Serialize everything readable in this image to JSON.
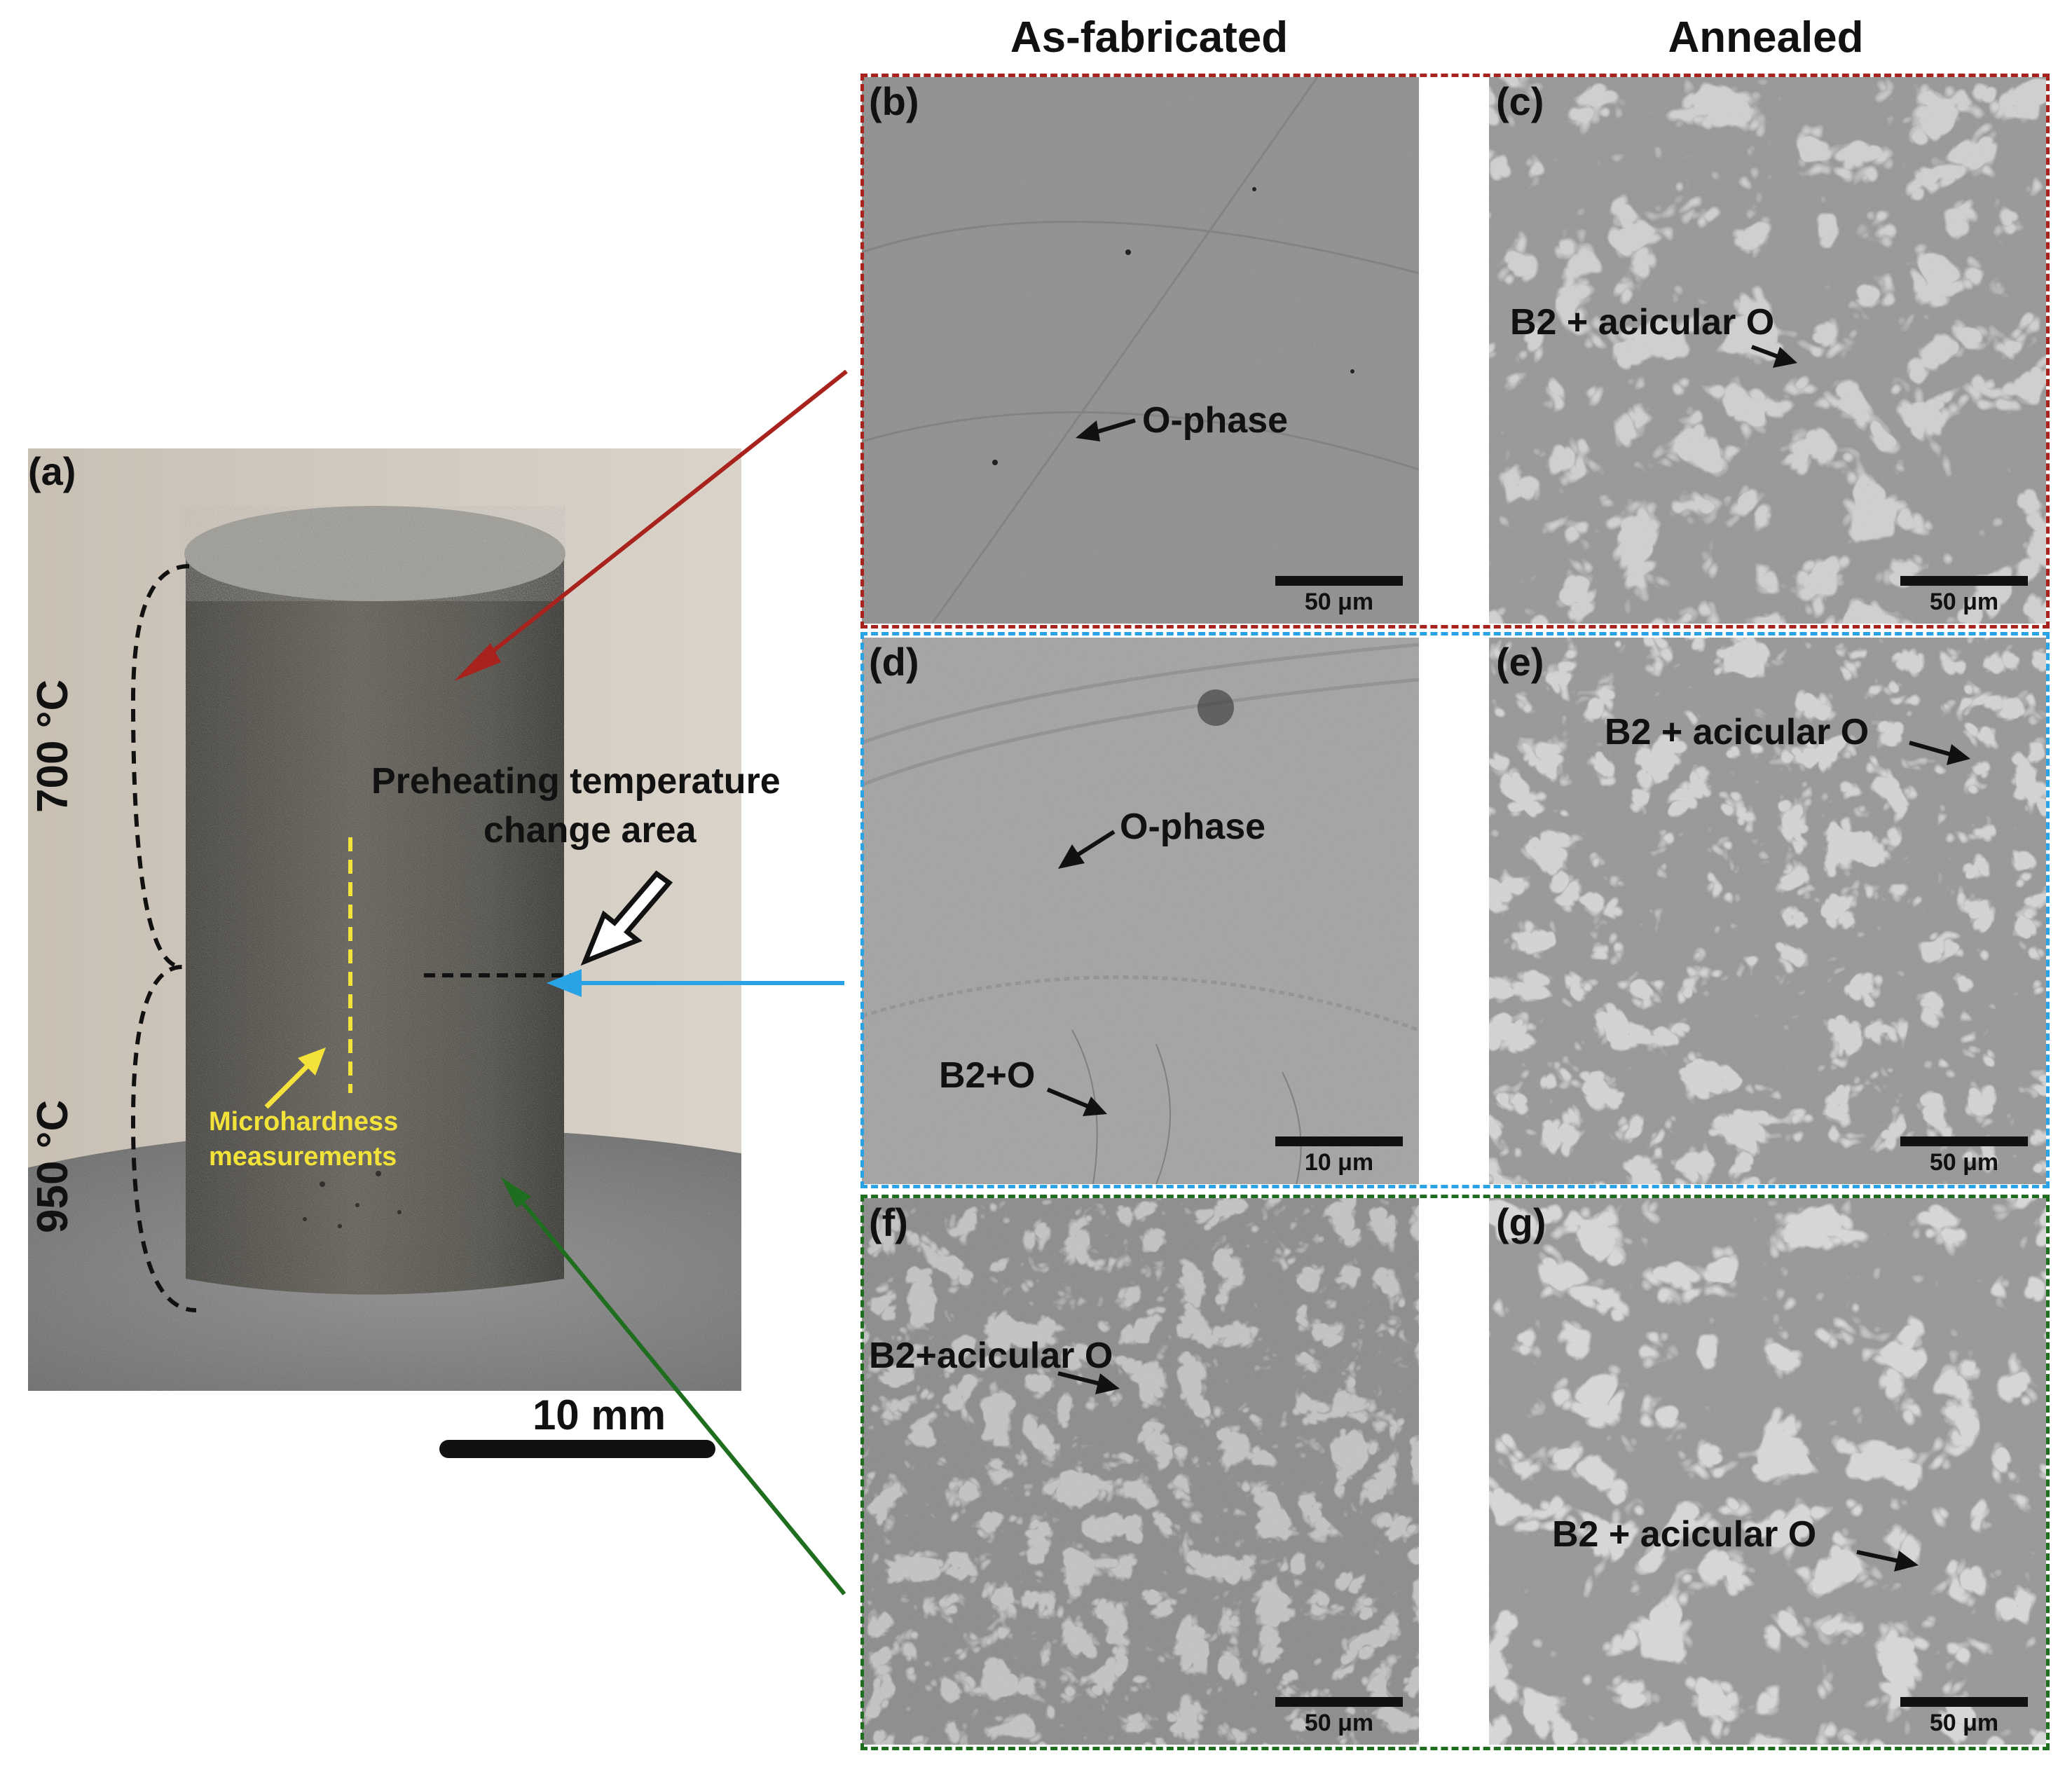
{
  "headers": {
    "left": "As-fabricated",
    "right": "Annealed"
  },
  "colors": {
    "red": "#a8231e",
    "blue": "#2aa3e6",
    "green": "#1f6e1f",
    "yellow": "#f2e23a"
  },
  "panel_a": {
    "label": "(a)",
    "zone_top": "700 °C",
    "zone_bottom": "950 °C",
    "change_area": [
      "Preheating temperature",
      "change area"
    ],
    "microhardness": [
      "Microhardness",
      "measurements"
    ],
    "scalebar": "10 mm"
  },
  "panels": {
    "b": {
      "label": "(b)",
      "annotation": "O-phase",
      "scalebar": "50 μm"
    },
    "c": {
      "label": "(c)",
      "annotation": "B2 + acicular O",
      "scalebar": "50 μm"
    },
    "d": {
      "label": "(d)",
      "annotation1": "O-phase",
      "annotation2": "B2+O",
      "scalebar": "10 μm"
    },
    "e": {
      "label": "(e)",
      "annotation": "B2 + acicular O",
      "scalebar": "50 μm"
    },
    "f": {
      "label": "(f)",
      "annotation": "B2+acicular O",
      "scalebar": "50 μm"
    },
    "g": {
      "label": "(g)",
      "annotation": "B2 + acicular O",
      "scalebar": "50 μm"
    }
  }
}
